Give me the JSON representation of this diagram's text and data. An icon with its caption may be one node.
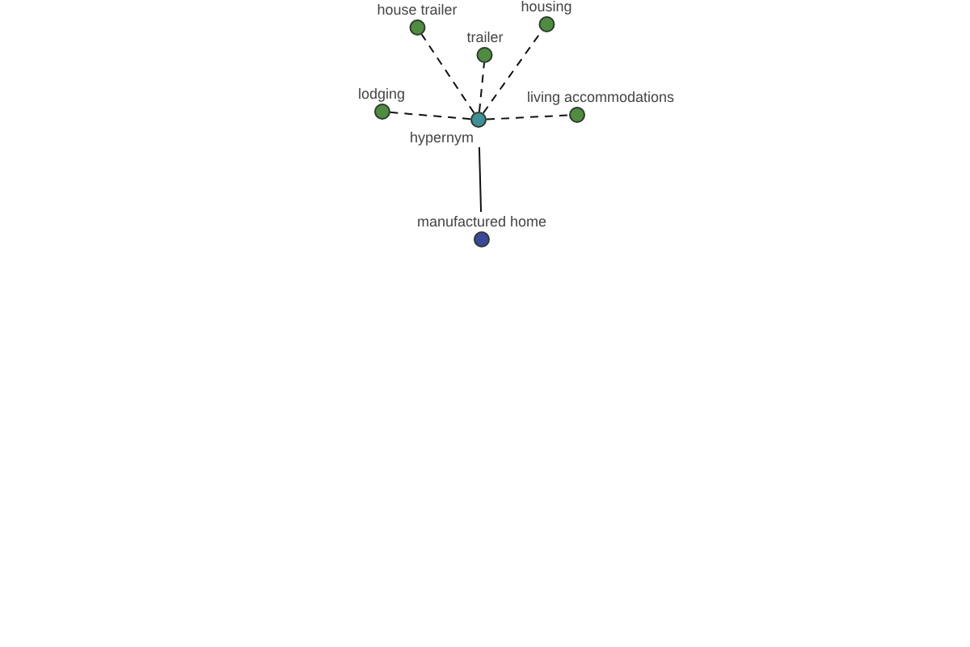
{
  "diagram": {
    "nodes": [
      {
        "text": [
          "house trailer"
        ]
      },
      {
        "text": [
          "housing"
        ]
      },
      {
        "text": [
          "trailer"
        ]
      },
      {
        "text": [
          "lodging"
        ]
      },
      {
        "text": [
          "hypernym"
        ]
      },
      {
        "text": [
          "living accommodations"
        ]
      },
      {
        "text": [
          "manufactured home"
        ]
      }
    ],
    "edges": [
      {
        "from": 6,
        "to": 4,
        "arrow": "none"
      },
      {
        "from": 4,
        "to": 0,
        "arrow": "none",
        "style": "dashed"
      },
      {
        "from": 4,
        "to": 2,
        "arrow": "none",
        "style": "dashed"
      },
      {
        "from": 4,
        "to": 1,
        "arrow": "none",
        "style": "dashed"
      },
      {
        "from": 4,
        "to": 3,
        "arrow": "none",
        "style": "dashed"
      },
      {
        "from": 4,
        "to": 5,
        "arrow": "none",
        "style": "dashed"
      }
    ]
  }
}
